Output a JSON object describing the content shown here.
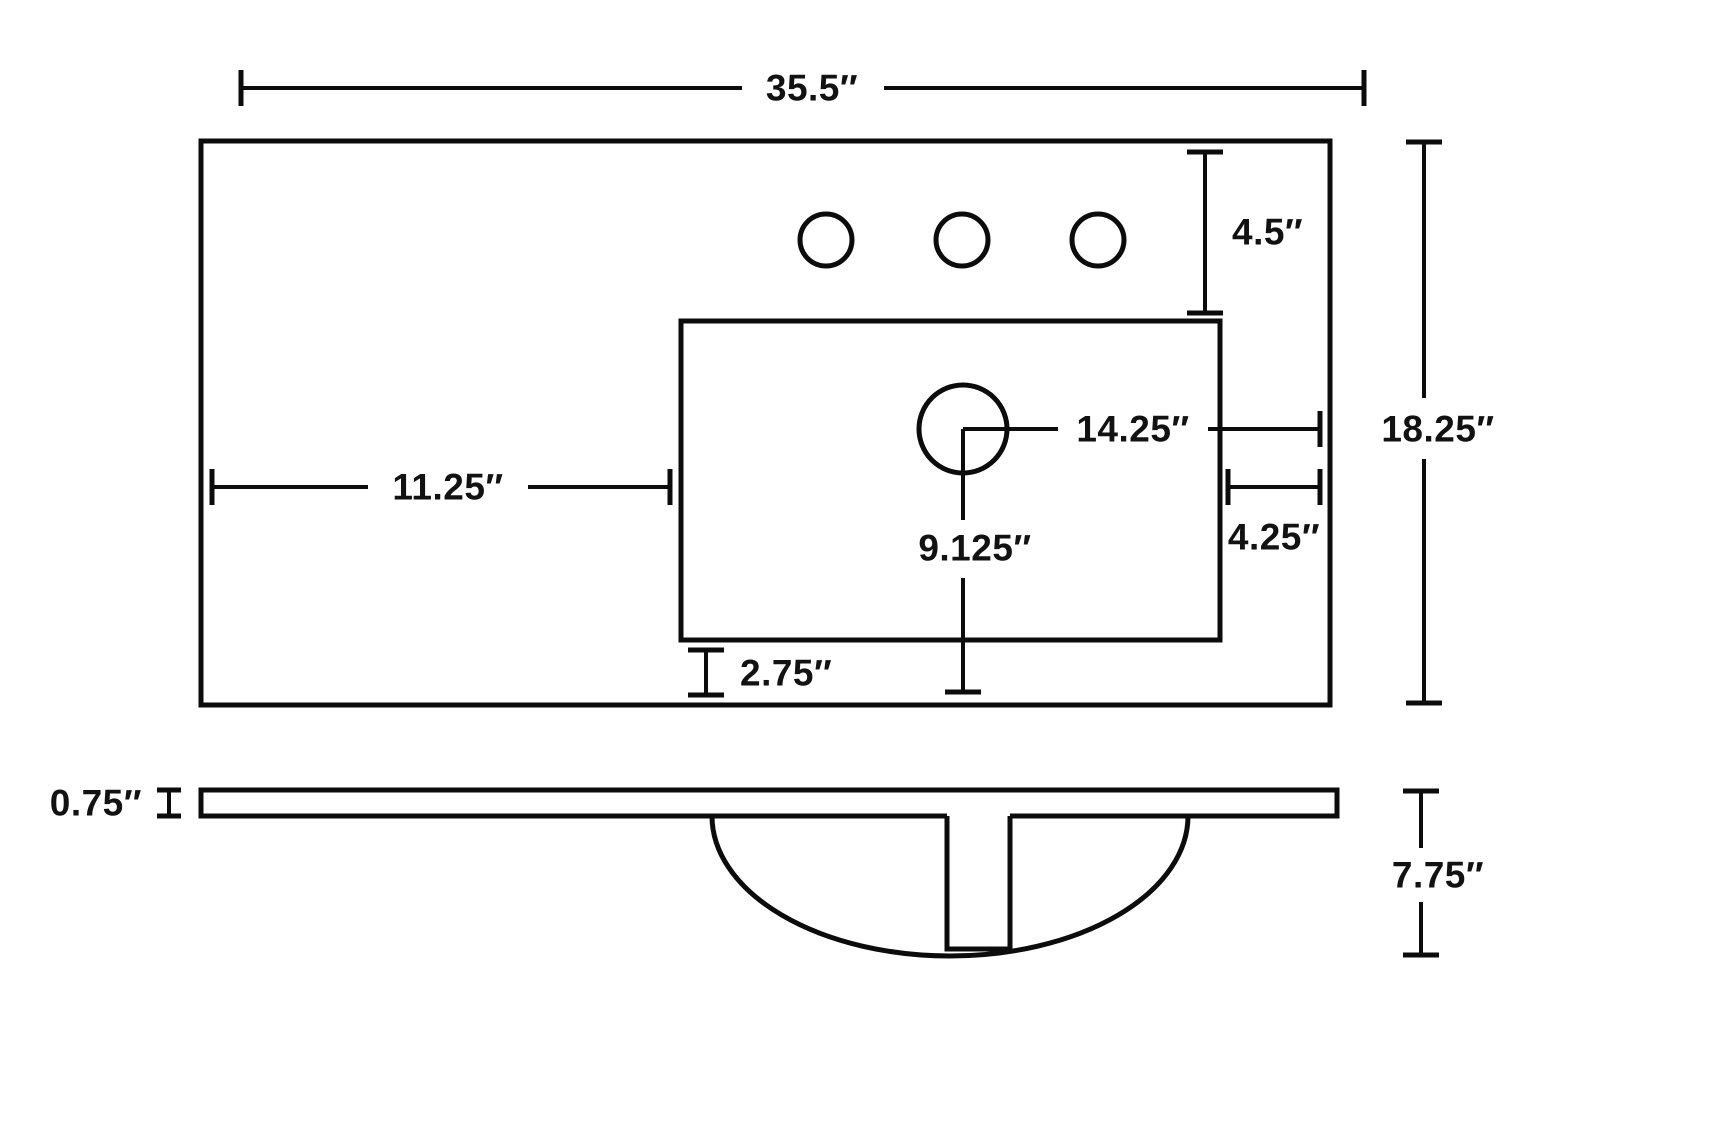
{
  "drawing": {
    "type": "vanity-sink-top-dimension-drawing",
    "colors": {
      "line": "#0c0c0c",
      "background": "#ffffff"
    },
    "dims": {
      "width_total": "35.5″",
      "holes_from_top": "4.5″",
      "depth_total": "18.25″",
      "basin_from_left": "11.25″",
      "drain_to_right": "14.25″",
      "basin_to_right": "4.25″",
      "drain_to_front": "9.125″",
      "basin_to_front": "2.75″",
      "top_thickness": "0.75″",
      "overall_height": "7.75″"
    }
  }
}
